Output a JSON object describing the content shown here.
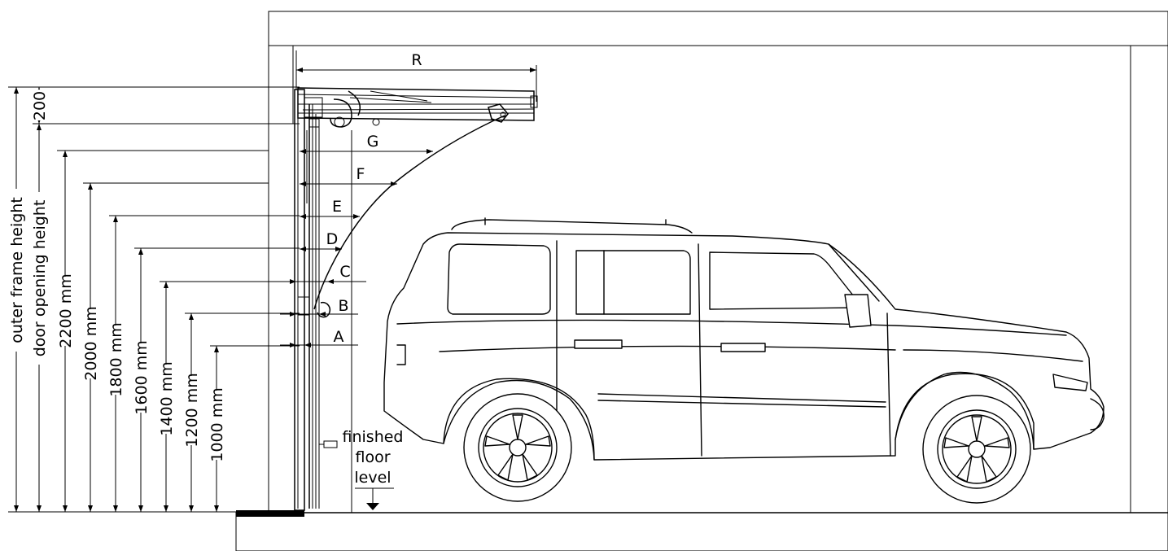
{
  "labels": {
    "outer_frame_height": "outer frame height",
    "door_opening_height": "door opening height",
    "h2200": "2200 mm",
    "h2000": "2000 mm",
    "h1800": "1800 mm",
    "h1600": "1600 mm",
    "h1400": "1400 mm",
    "h1200": "1200 mm",
    "h1000": "1000 mm",
    "header_200": "200",
    "R": "R",
    "G": "G",
    "F": "F",
    "E": "E",
    "D": "D",
    "C": "C",
    "B": "B",
    "A": "A",
    "floor_line1": "finished",
    "floor_line2": "floor",
    "floor_line3": "level"
  }
}
